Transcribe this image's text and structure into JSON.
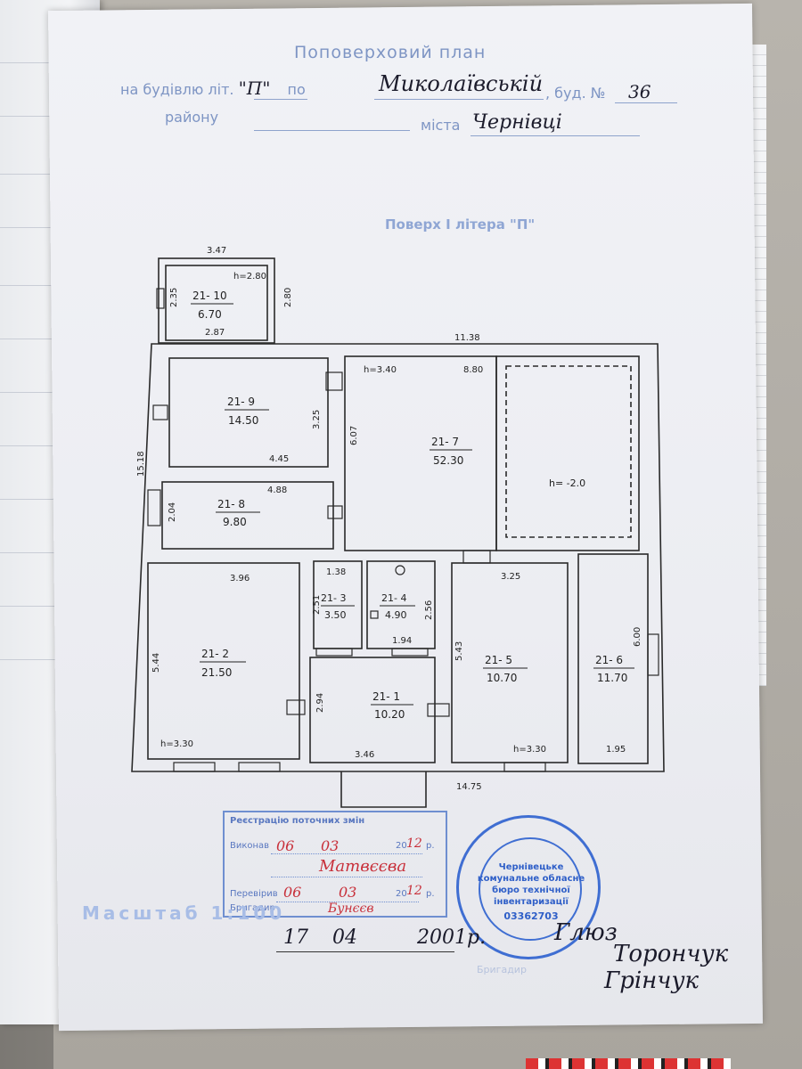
{
  "header": {
    "title": "Поповерховий план",
    "building_prefix": "на будівлю літ.",
    "building_letter": "\"П\"",
    "street_prefix": "по",
    "street": "Миколаївській",
    "house_prefix": ", буд. №",
    "house_number": "36",
    "district_label": "району",
    "city_label": "міста",
    "city": "Чернівці"
  },
  "floor_title": "Поверх І літера \"П\"",
  "plan": {
    "dims": {
      "top_annex_width": "3.47",
      "top_annex_h": "h=2.80",
      "annex_side_left": "2.35",
      "annex_side_right": "2.80",
      "annex_bottom": "2.87",
      "top_total": "11.38",
      "left_total": "15.18",
      "r7_h": "h=3.40",
      "r7_top": "8.80",
      "r9_side": "3.25",
      "r9_bottom": "4.45",
      "r7_side": "6.07",
      "r8_top": "4.88",
      "r8_side": "2.04",
      "r3_top": "1.38",
      "r3_side": "2.51",
      "r4_side": "2.56",
      "r4_bottom": "1.94",
      "r2_top": "3.96",
      "r2_side": "5.44",
      "r2_h": "h=3.30",
      "r1_side": "2.94",
      "r1_bottom": "3.46",
      "r5_top": "3.25",
      "r5_side": "5.43",
      "r5_h": "h=3.30",
      "r6_side": "6.00",
      "r6_bottom": "1.95",
      "bottom_total": "14.75",
      "pit_h": "h= -2.0"
    },
    "rooms": [
      {
        "code": "21- 10",
        "area": "6.70"
      },
      {
        "code": "21- 9",
        "area": "14.50"
      },
      {
        "code": "21- 8",
        "area": "9.80"
      },
      {
        "code": "21- 7",
        "area": "52.30"
      },
      {
        "code": "21- 3",
        "area": "3.50"
      },
      {
        "code": "21- 4",
        "area": "4.90"
      },
      {
        "code": "21- 2",
        "area": "21.50"
      },
      {
        "code": "21- 1",
        "area": "10.20"
      },
      {
        "code": "21- 5",
        "area": "10.70"
      },
      {
        "code": "21- 6",
        "area": "11.70"
      }
    ]
  },
  "registration": {
    "title": "Реєстрацію поточних змін",
    "executed_label": "Виконав",
    "exec_day": "06",
    "exec_month": "03",
    "exec_year_prefix": "20",
    "exec_year": "12",
    "year_suffix": "р.",
    "exec_name": "Матвєєва",
    "checked_label": "Перевірив",
    "check_day": "06",
    "check_month": "03",
    "check_year_prefix": "20",
    "check_year": "12",
    "brigadier_label": "Бригадир",
    "check_name": "Бунєєв"
  },
  "seal": {
    "line1": "Чернівецьке",
    "line2": "комунальне обласне",
    "line3": "бюро технічної",
    "line4": "інвентаризації",
    "code": "03362703"
  },
  "footer": {
    "scale": "Масштаб 1:100",
    "date_day": "17",
    "date_month": "04",
    "date_year": "2001р.",
    "sig1": "Глюз",
    "sig2": "Торончук",
    "sig3": "Грінчук",
    "faint_label": "Бригадир"
  }
}
